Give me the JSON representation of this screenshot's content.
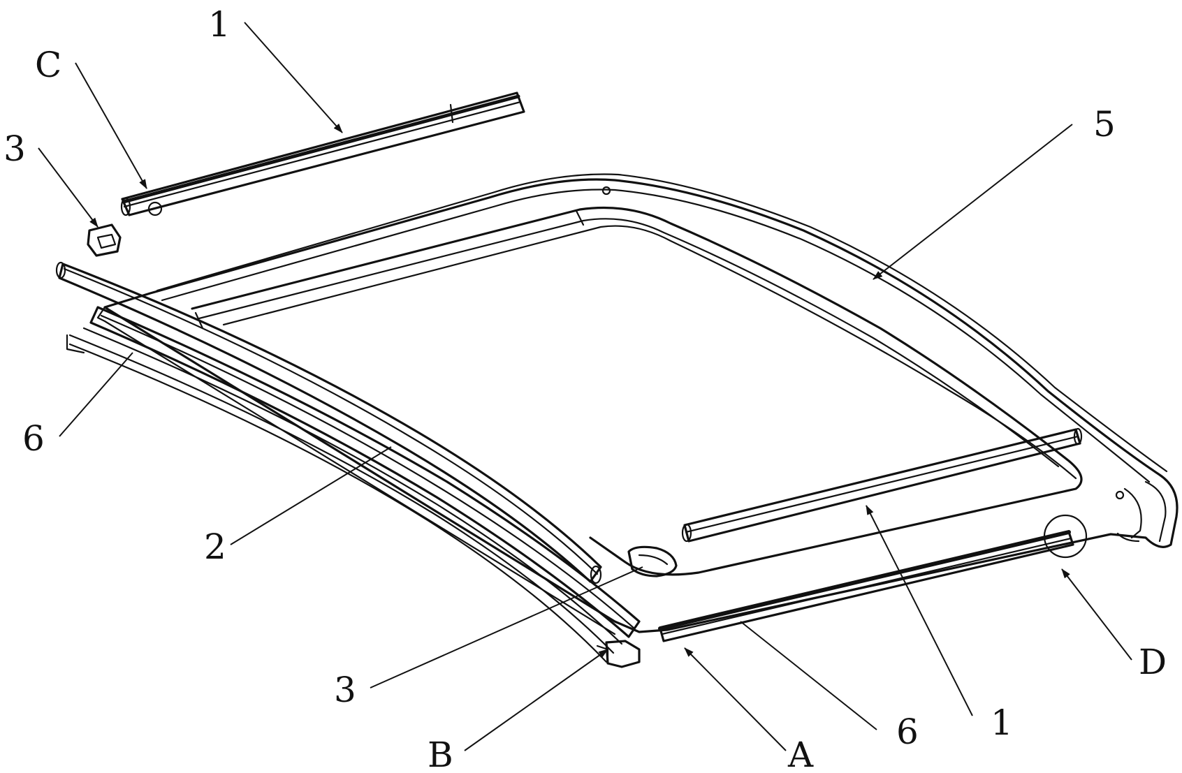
{
  "labels": {
    "l1_top": "1",
    "lC": "C",
    "l3_top": "3",
    "l5": "5",
    "l6_left": "6",
    "l2": "2",
    "l3_bottom": "3",
    "lB": "B",
    "lA": "A",
    "l6_bottom": "6",
    "l1_bottom": "1",
    "lD": "D"
  }
}
